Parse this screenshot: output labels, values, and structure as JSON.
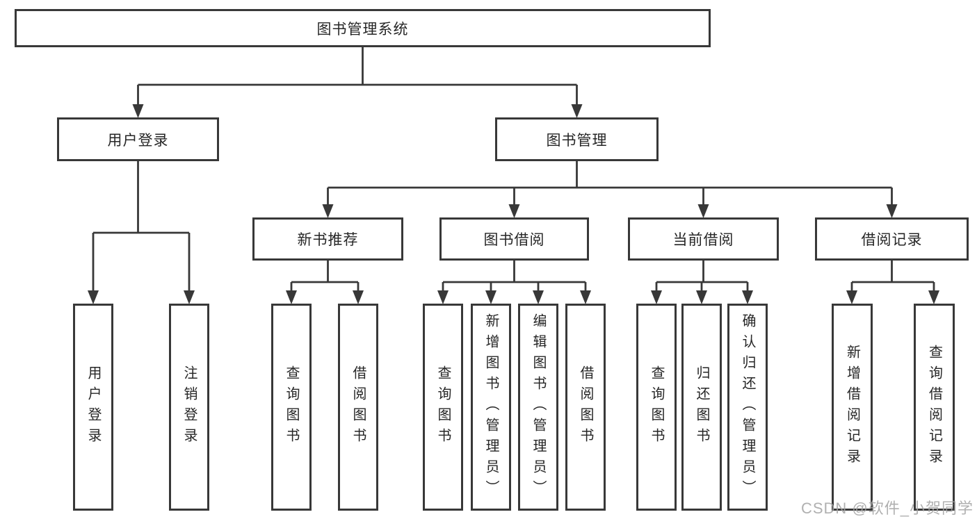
{
  "colors": {
    "line": "#383838",
    "text": "#262626",
    "box_background": "#ffffff",
    "watermark": "#a3a3a3"
  },
  "watermark": {
    "text": "CSDN @软件_小贺同学"
  },
  "tree": {
    "root": {
      "label": "图书管理系统"
    },
    "children": [
      {
        "label": "用户登录",
        "children": [
          {
            "label": "用户登录"
          },
          {
            "label": "注销登录"
          }
        ]
      },
      {
        "label": "图书管理",
        "children": [
          {
            "label": "新书推荐",
            "children": [
              {
                "label": "查询图书"
              },
              {
                "label": "借阅图书"
              }
            ]
          },
          {
            "label": "图书借阅",
            "children": [
              {
                "label": "查询图书"
              },
              {
                "label": "新增图书（管理员）"
              },
              {
                "label": "编辑图书（管理员）"
              },
              {
                "label": "借阅图书"
              }
            ]
          },
          {
            "label": "当前借阅",
            "children": [
              {
                "label": "查询图书"
              },
              {
                "label": "归还图书"
              },
              {
                "label": "确认归还（管理员）"
              }
            ]
          },
          {
            "label": "借阅记录",
            "children": [
              {
                "label": "新增借阅记录"
              },
              {
                "label": "查询借阅记录"
              }
            ]
          }
        ]
      }
    ]
  }
}
